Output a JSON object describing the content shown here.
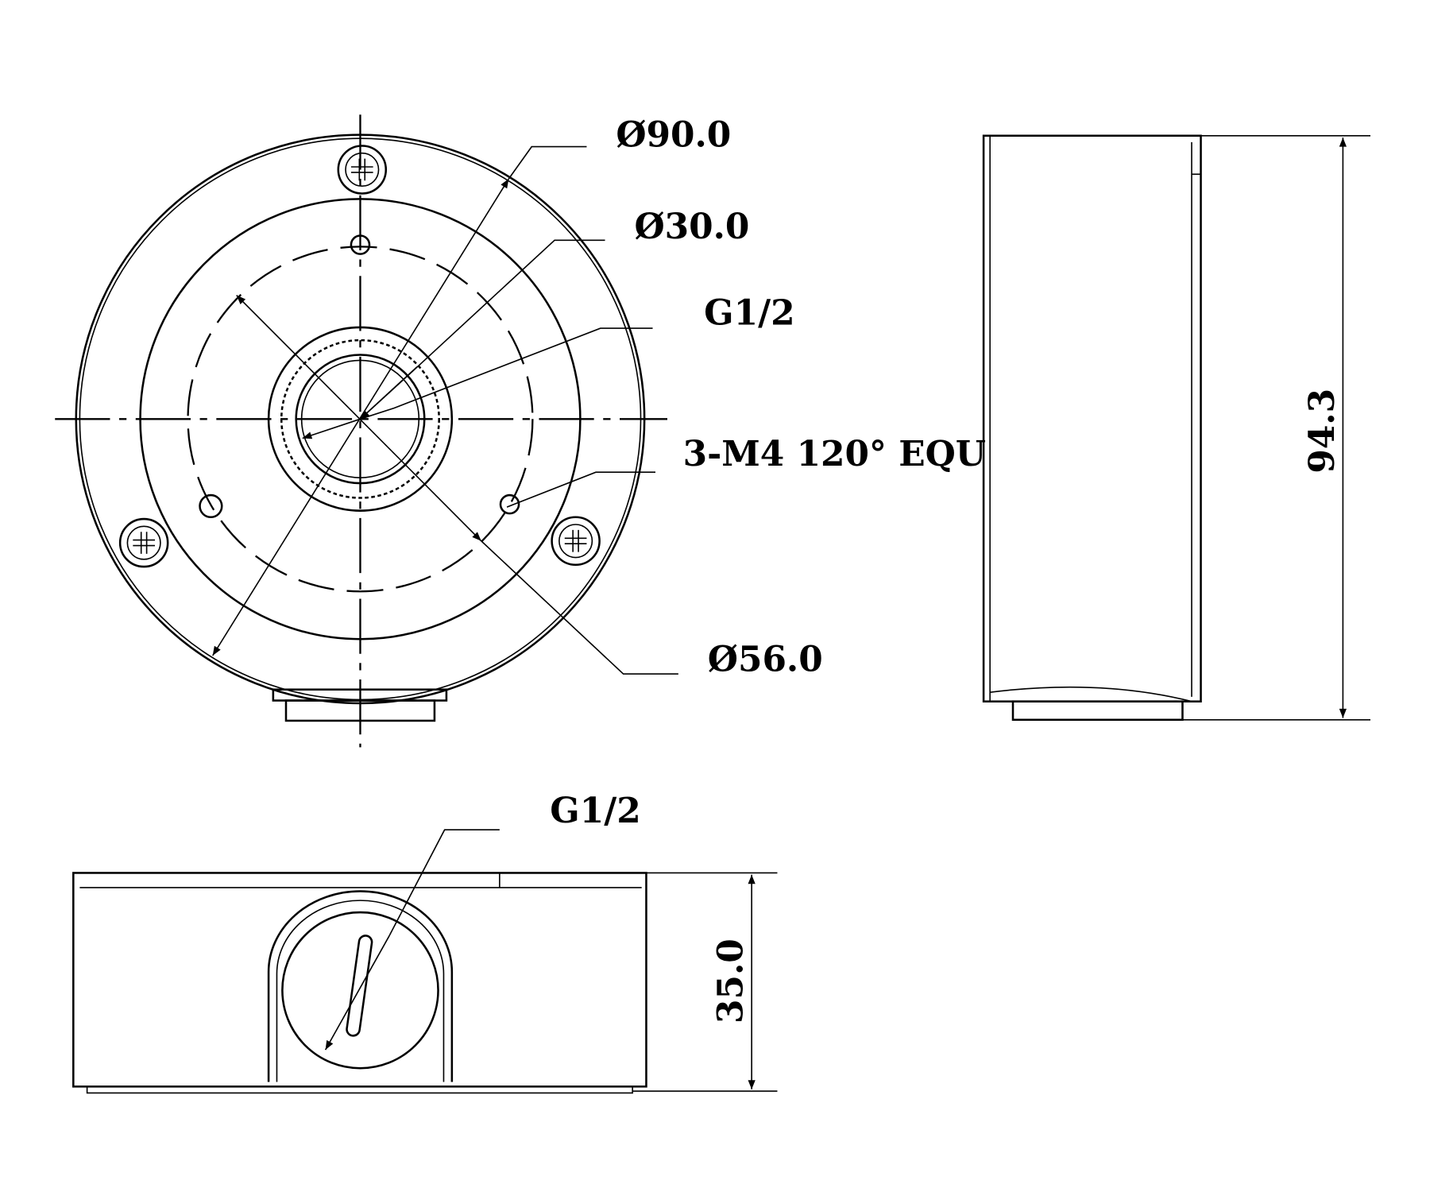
{
  "front_view": {
    "outer_diameter": "Ø90.0",
    "hub_diameter": "Ø30.0",
    "thread_top": "G1/2",
    "screws": "3-M4 120° EQU",
    "bolt_circle": "Ø56.0"
  },
  "side_view": {
    "height": "94.3"
  },
  "bottom_view": {
    "thread": "G1/2",
    "height": "35.0"
  }
}
